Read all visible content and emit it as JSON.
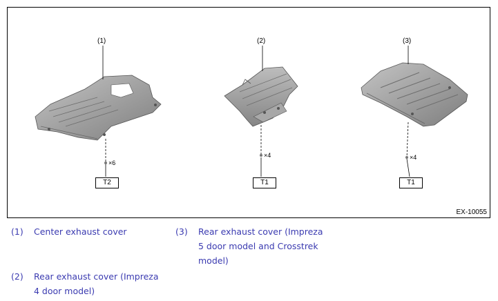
{
  "figure": {
    "code": "EX-10055",
    "callouts": [
      "(1)",
      "(2)",
      "(3)"
    ],
    "torque": [
      "T2",
      "T1",
      "T1"
    ],
    "quantities": [
      "×6",
      "×4",
      "×4"
    ],
    "part_color": "#9c9c9c"
  },
  "legend": [
    {
      "num": "(1)",
      "lines": [
        "Center exhaust cover"
      ]
    },
    {
      "num": "(2)",
      "lines": [
        "Rear exhaust cover (Impreza",
        "4 door model)"
      ]
    },
    {
      "num": "(3)",
      "lines": [
        "Rear exhaust cover (Impreza",
        "5 door model and Crosstrek",
        "model)"
      ]
    }
  ],
  "legend_color": "#3a3ab0"
}
